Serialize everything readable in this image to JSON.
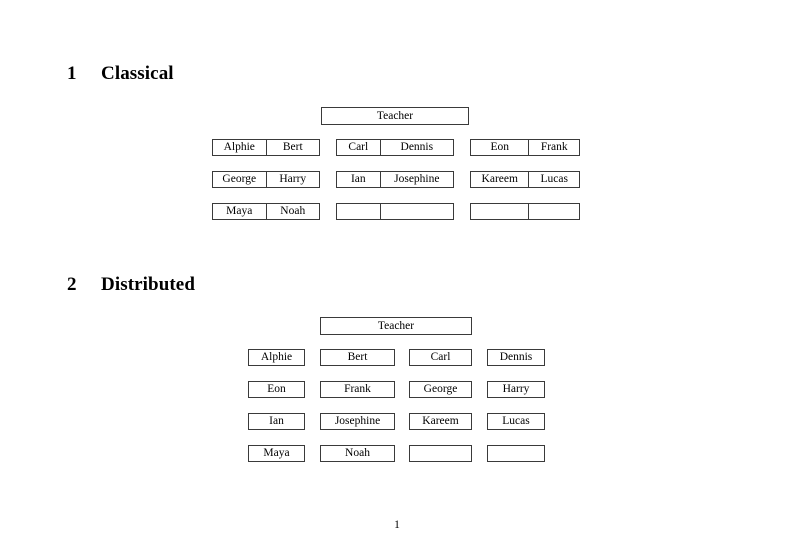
{
  "document": {
    "page_number": "1"
  },
  "sections": [
    {
      "number": "1",
      "title": "Classical",
      "teacher_label": "Teacher",
      "groups": [
        {
          "name": "group-1",
          "rows": [
            [
              "Alphie",
              "Bert"
            ],
            [
              "George",
              "Harry"
            ],
            [
              "Maya",
              "Noah"
            ]
          ]
        },
        {
          "name": "group-2",
          "rows": [
            [
              "Carl",
              "Dennis"
            ],
            [
              "Ian",
              "Josephine"
            ],
            [
              "",
              ""
            ]
          ]
        },
        {
          "name": "group-3",
          "rows": [
            [
              "Eon",
              "Frank"
            ],
            [
              "Kareem",
              "Lucas"
            ],
            [
              "",
              ""
            ]
          ]
        }
      ]
    },
    {
      "number": "2",
      "title": "Distributed",
      "teacher_label": "Teacher",
      "columns": [
        {
          "name": "column-1",
          "cells": [
            "Alphie",
            "Eon",
            "Ian",
            "Maya"
          ]
        },
        {
          "name": "column-2",
          "cells": [
            "Bert",
            "Frank",
            "Josephine",
            "Noah"
          ]
        },
        {
          "name": "column-3",
          "cells": [
            "Carl",
            "George",
            "Kareem",
            ""
          ]
        },
        {
          "name": "column-4",
          "cells": [
            "Dennis",
            "Harry",
            "Lucas",
            ""
          ]
        }
      ]
    }
  ]
}
